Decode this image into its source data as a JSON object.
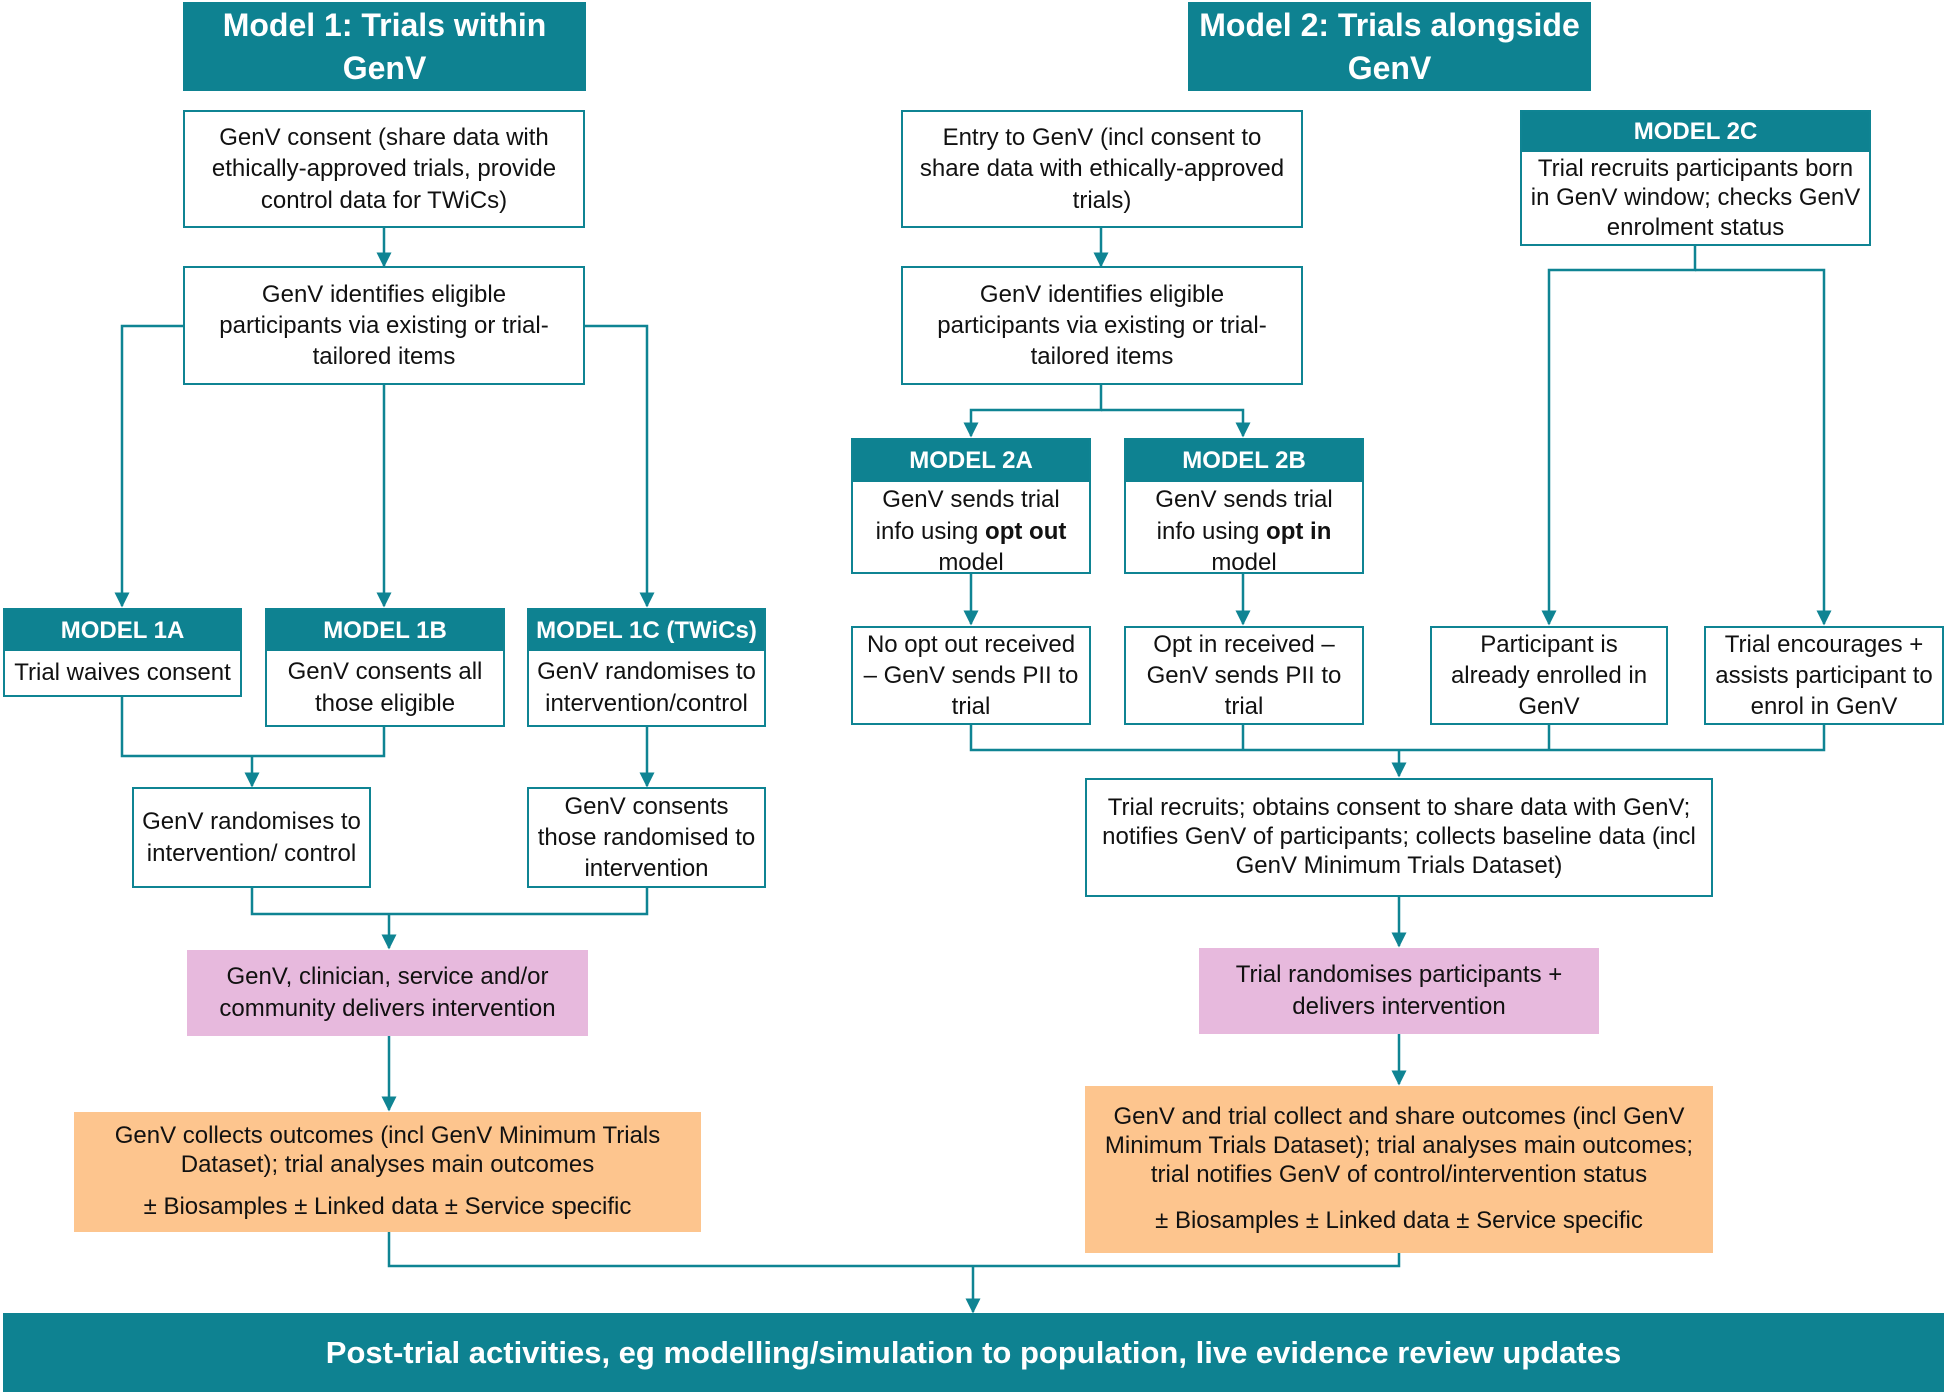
{
  "model1": {
    "title_line1": "Model 1: Trials within",
    "title_line2": "GenV",
    "consent": "GenV consent (share data with ethically-approved trials, provide control data for TWiCs)",
    "identifies": "GenV identifies eligible participants via existing or trial-tailored items",
    "m1a": {
      "label": "MODEL 1A",
      "text": "Trial waives consent"
    },
    "m1b": {
      "label": "MODEL 1B",
      "text": "GenV consents all those eligible"
    },
    "m1c": {
      "label": "MODEL 1C (TWiCs)",
      "text": "GenV randomises to intervention/control"
    },
    "randomises": "GenV randomises to intervention/ control",
    "consents_randomised": "GenV consents those randomised to intervention",
    "delivers": "GenV, clinician, service and/or community delivers intervention",
    "outcomes": "GenV collects outcomes (incl GenV Minimum Trials Dataset); trial analyses main outcomes",
    "extras": "± Biosamples ± Linked data ± Service specific"
  },
  "model2": {
    "title_line1": "Model 2: Trials alongside",
    "title_line2": "GenV",
    "entry": "Entry to GenV (incl consent to share data with ethically-approved trials)",
    "identifies": "GenV identifies eligible participants via existing or trial-tailored items",
    "m2a": {
      "label": "MODEL 2A",
      "text_pre": "GenV sends trial info using ",
      "text_bold": "opt out",
      "text_post": " model"
    },
    "m2b": {
      "label": "MODEL 2B",
      "text_pre": "GenV sends trial info using ",
      "text_bold": "opt in",
      "text_post": " model"
    },
    "m2c": {
      "label": "MODEL 2C",
      "text": "Trial recruits participants born in GenV window; checks GenV enrolment status"
    },
    "no_opt_out": "No opt out received – GenV sends PII to trial",
    "opt_in": "Opt in received – GenV sends PII to trial",
    "already_enrolled": "Participant is already enrolled in GenV",
    "encourages": "Trial encourages + assists participant to enrol in GenV",
    "recruits": "Trial recruits; obtains consent to share data with GenV; notifies GenV of participants; collects baseline data (incl GenV Minimum Trials Dataset)",
    "randomises": "Trial randomises participants + delivers intervention",
    "outcomes": "GenV and trial collect and share outcomes (incl GenV Minimum Trials Dataset); trial analyses main outcomes; trial notifies GenV of control/intervention status",
    "extras": "± Biosamples ± Linked data ± Service specific"
  },
  "footer": "Post-trial activities, eg modelling/simulation to population, live evidence review updates",
  "colors": {
    "teal": "#0e8291",
    "pink": "#e7b9dd",
    "orange": "#fdc58e"
  }
}
